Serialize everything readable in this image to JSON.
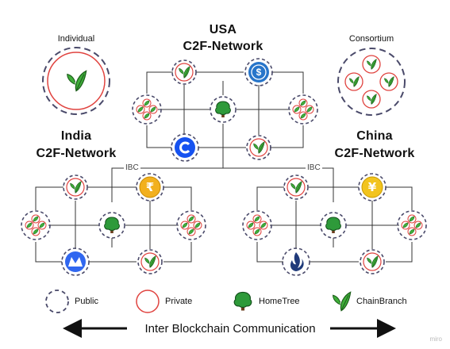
{
  "labels": {
    "individual": "Individual",
    "consortium": "Consortium",
    "usa_line1": "USA",
    "usa_line2": "C2F-Network",
    "india_line1": "India",
    "india_line2": "C2F-Network",
    "china_line1": "China",
    "china_line2": "C2F-Network",
    "ibc_left": "IBC",
    "ibc_right": "IBC"
  },
  "legend": {
    "public": "Public",
    "private": "Private",
    "hometree": "HomeTree",
    "chainbranch": "ChainBranch"
  },
  "footer": {
    "text": "Inter Blockchain Communication"
  },
  "watermark": "miro",
  "colors": {
    "public_ring": "#4a4a6a",
    "private_ring": "#e0433f",
    "leaf_green": "#3fae3a",
    "tree_green": "#2e9a3a",
    "usdc_blue": "#2775ca",
    "coin_gold": "#f2b01e",
    "wazirx_blue": "#3067f0"
  },
  "icons": [
    "leaf-icon",
    "tree-icon",
    "usdc-icon",
    "coinbase-icon",
    "rupee-icon",
    "wazirx-icon",
    "yuan-icon",
    "huobi-icon"
  ]
}
